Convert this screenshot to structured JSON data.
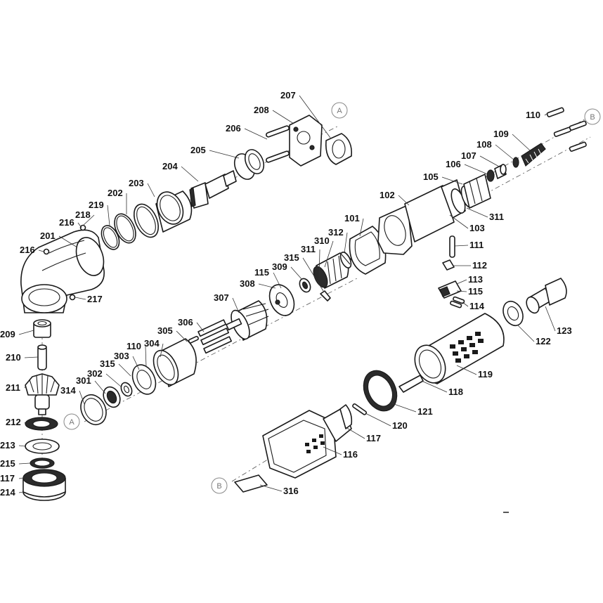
{
  "reference_markers": [
    "A",
    "B"
  ],
  "parts": [
    {
      "id": "201",
      "name": "angle-head-housing"
    },
    {
      "id": "202",
      "name": "o-ring"
    },
    {
      "id": "203",
      "name": "sleeve"
    },
    {
      "id": "204",
      "name": "bevel-pinion"
    },
    {
      "id": "205",
      "name": "bushing"
    },
    {
      "id": "206",
      "name": "pin"
    },
    {
      "id": "207",
      "name": "clutch-jaw"
    },
    {
      "id": "208",
      "name": "clutch-body"
    },
    {
      "id": "209",
      "name": "bearing"
    },
    {
      "id": "210",
      "name": "spindle-pin"
    },
    {
      "id": "211",
      "name": "bevel-gear"
    },
    {
      "id": "212",
      "name": "washer"
    },
    {
      "id": "213",
      "name": "washer"
    },
    {
      "id": "214",
      "name": "bearing-cap"
    },
    {
      "id": "215",
      "name": "ring"
    },
    {
      "id": "216",
      "name": "plug"
    },
    {
      "id": "217",
      "name": "plug"
    },
    {
      "id": "218",
      "name": "plug"
    },
    {
      "id": "219",
      "name": "o-ring"
    },
    {
      "id": "301",
      "name": "bearing"
    },
    {
      "id": "302",
      "name": "bearing"
    },
    {
      "id": "303",
      "name": "end-plate"
    },
    {
      "id": "304",
      "name": "cylinder"
    },
    {
      "id": "305",
      "name": "pin"
    },
    {
      "id": "306",
      "name": "vane"
    },
    {
      "id": "307",
      "name": "rotor"
    },
    {
      "id": "308",
      "name": "end-plate"
    },
    {
      "id": "309",
      "name": "bearing"
    },
    {
      "id": "310",
      "name": "regulator"
    },
    {
      "id": "311",
      "name": "o-ring"
    },
    {
      "id": "312",
      "name": "spring"
    },
    {
      "id": "314",
      "name": "ring"
    },
    {
      "id": "315",
      "name": "spacer"
    },
    {
      "id": "316",
      "name": "label"
    },
    {
      "id": "101",
      "name": "gasket"
    },
    {
      "id": "102",
      "name": "housing"
    },
    {
      "id": "103",
      "name": "seal"
    },
    {
      "id": "105",
      "name": "pin"
    },
    {
      "id": "106",
      "name": "valve-seat"
    },
    {
      "id": "107",
      "name": "valve"
    },
    {
      "id": "108",
      "name": "spring"
    },
    {
      "id": "109",
      "name": "spring-cone"
    },
    {
      "id": "110",
      "name": "screw"
    },
    {
      "id": "111",
      "name": "pin"
    },
    {
      "id": "112",
      "name": "spring"
    },
    {
      "id": "113",
      "name": "lever"
    },
    {
      "id": "114",
      "name": "pin"
    },
    {
      "id": "115",
      "name": "pin"
    },
    {
      "id": "116",
      "name": "front-housing"
    },
    {
      "id": "117",
      "name": "ring"
    },
    {
      "id": "118",
      "name": "lock-lever"
    },
    {
      "id": "119",
      "name": "handle"
    },
    {
      "id": "120",
      "name": "pin"
    },
    {
      "id": "121",
      "name": "ring-gear"
    },
    {
      "id": "122",
      "name": "washer"
    },
    {
      "id": "123",
      "name": "air-inlet"
    }
  ]
}
